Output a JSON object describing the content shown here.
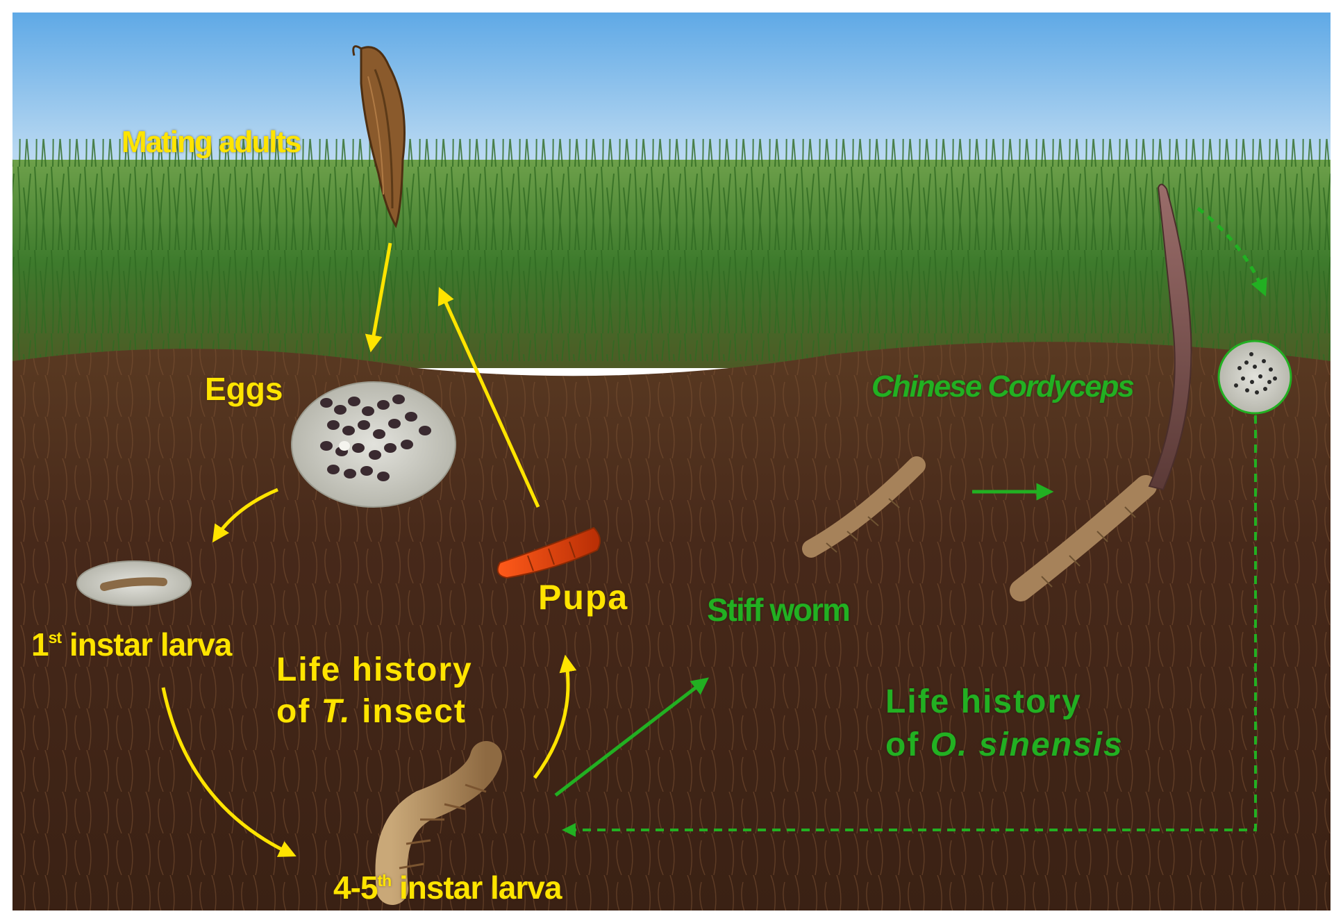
{
  "labels": {
    "mating_adults": "Mating adults",
    "eggs": "Eggs",
    "first_instar": {
      "num": "1",
      "sup": "st",
      "text": " instar larva"
    },
    "pupa": "Pupa",
    "late_instar": {
      "num": "4-5",
      "sup": "th",
      "text": " instar larva"
    },
    "life_history_insect": {
      "line1": "Life history",
      "line2_prefix": "of ",
      "line2_italic": "T.",
      "line2_suffix": " insect"
    },
    "stiff_worm": "Stiff worm",
    "chinese_cordyceps": "Chinese Cordyceps",
    "life_history_fungus": {
      "line1": "Life history",
      "line2_prefix": "of ",
      "line2_italic": "O. sinensis"
    }
  },
  "colors": {
    "insect_cycle": "#ffe400",
    "fungus_cycle": "#22b022",
    "sky": "#8fc3ea",
    "grass": "#3e7a2a",
    "soil": "#4a2c1a"
  }
}
